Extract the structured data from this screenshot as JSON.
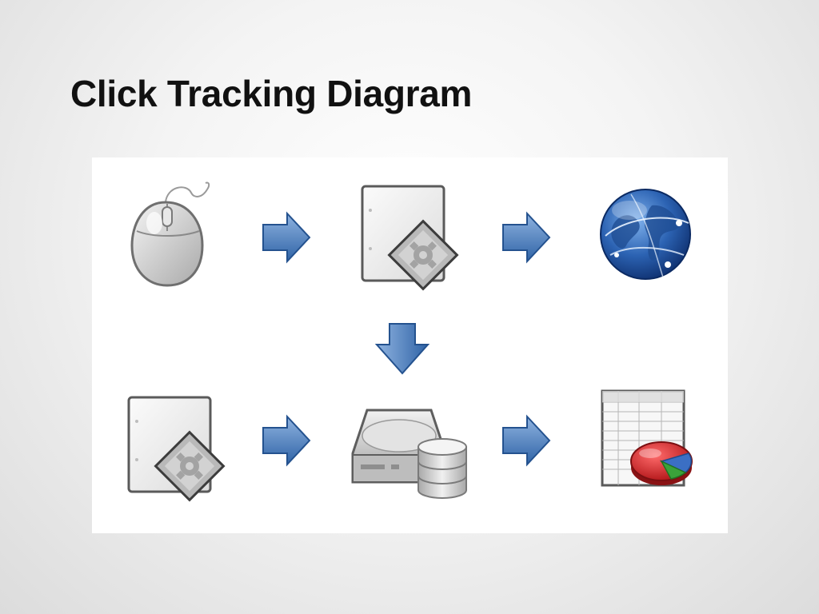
{
  "slide": {
    "title": "Click Tracking Diagram"
  },
  "diagram": {
    "nodes": [
      {
        "id": "mouse",
        "icon": "mouse-icon"
      },
      {
        "id": "script-page-top",
        "icon": "script-document-icon"
      },
      {
        "id": "globe",
        "icon": "globe-icon"
      },
      {
        "id": "script-page-bottom",
        "icon": "script-document-icon"
      },
      {
        "id": "database-server",
        "icon": "database-server-icon"
      },
      {
        "id": "report",
        "icon": "spreadsheet-pie-chart-icon"
      }
    ],
    "edges": [
      {
        "from": "mouse",
        "to": "script-page-top",
        "icon": "arrow-right-icon"
      },
      {
        "from": "script-page-top",
        "to": "globe",
        "icon": "arrow-right-icon"
      },
      {
        "from": "script-page-top",
        "to": "database-server",
        "icon": "arrow-down-icon"
      },
      {
        "from": "script-page-bottom",
        "to": "database-server",
        "icon": "arrow-right-icon"
      },
      {
        "from": "database-server",
        "to": "report",
        "icon": "arrow-right-icon"
      }
    ],
    "colors": {
      "arrow": "#3f74b3",
      "arrow_light": "#7ea6d6",
      "globe": "#2a62b0",
      "pie_red": "#d6262a",
      "pie_blue": "#3b6fc4",
      "pie_green": "#3aa23a"
    }
  }
}
